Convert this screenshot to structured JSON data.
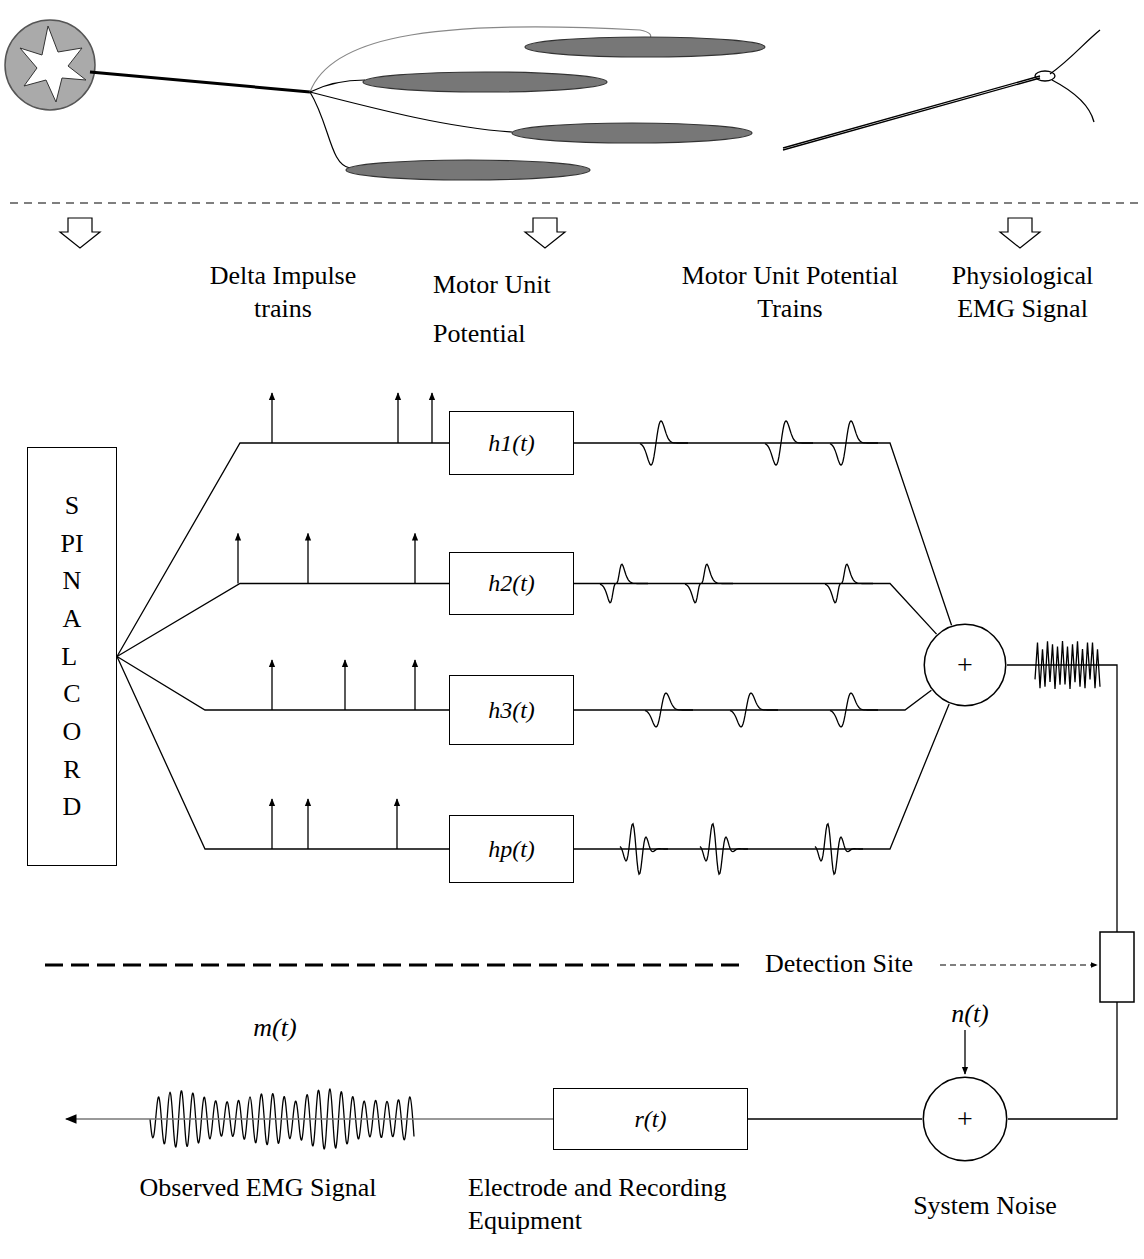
{
  "diagram": {
    "nodes": [
      {
        "text": [
          "SPINAL CORD"
        ]
      },
      {
        "text": [
          "h1(t)"
        ]
      },
      {
        "text": [
          "h2(t)"
        ]
      },
      {
        "text": [
          "h3(t)"
        ]
      },
      {
        "text": [
          "hp(t)"
        ]
      },
      {
        "text": [
          "+"
        ]
      },
      {
        "text": [
          "r(t)"
        ]
      },
      {
        "text": [
          "+"
        ]
      }
    ],
    "edges": [
      {
        "from": 0,
        "to": 1,
        "arrow": "none"
      },
      {
        "from": 0,
        "to": 2,
        "arrow": "none"
      },
      {
        "from": 0,
        "to": 3,
        "arrow": "none"
      },
      {
        "from": 0,
        "to": 4,
        "arrow": "none"
      },
      {
        "from": 1,
        "to": 5,
        "arrow": "none"
      },
      {
        "from": 2,
        "to": 5,
        "arrow": "none"
      },
      {
        "from": 3,
        "to": 5,
        "arrow": "none"
      },
      {
        "from": 4,
        "to": 5,
        "arrow": "none"
      },
      {
        "from": 5,
        "to": 7,
        "arrow": "none"
      },
      {
        "from": 7,
        "to": 6,
        "arrow": "none"
      }
    ],
    "labels": [
      "Delta Impulse trains",
      "Motor Unit Potential",
      "Motor Unit Potential Trains",
      "Physiological EMG Signal",
      "Detection Site",
      "n(t)",
      "m(t)",
      "Observed EMG Signal",
      "Electrode and Recording Equipment",
      "System Noise"
    ]
  }
}
